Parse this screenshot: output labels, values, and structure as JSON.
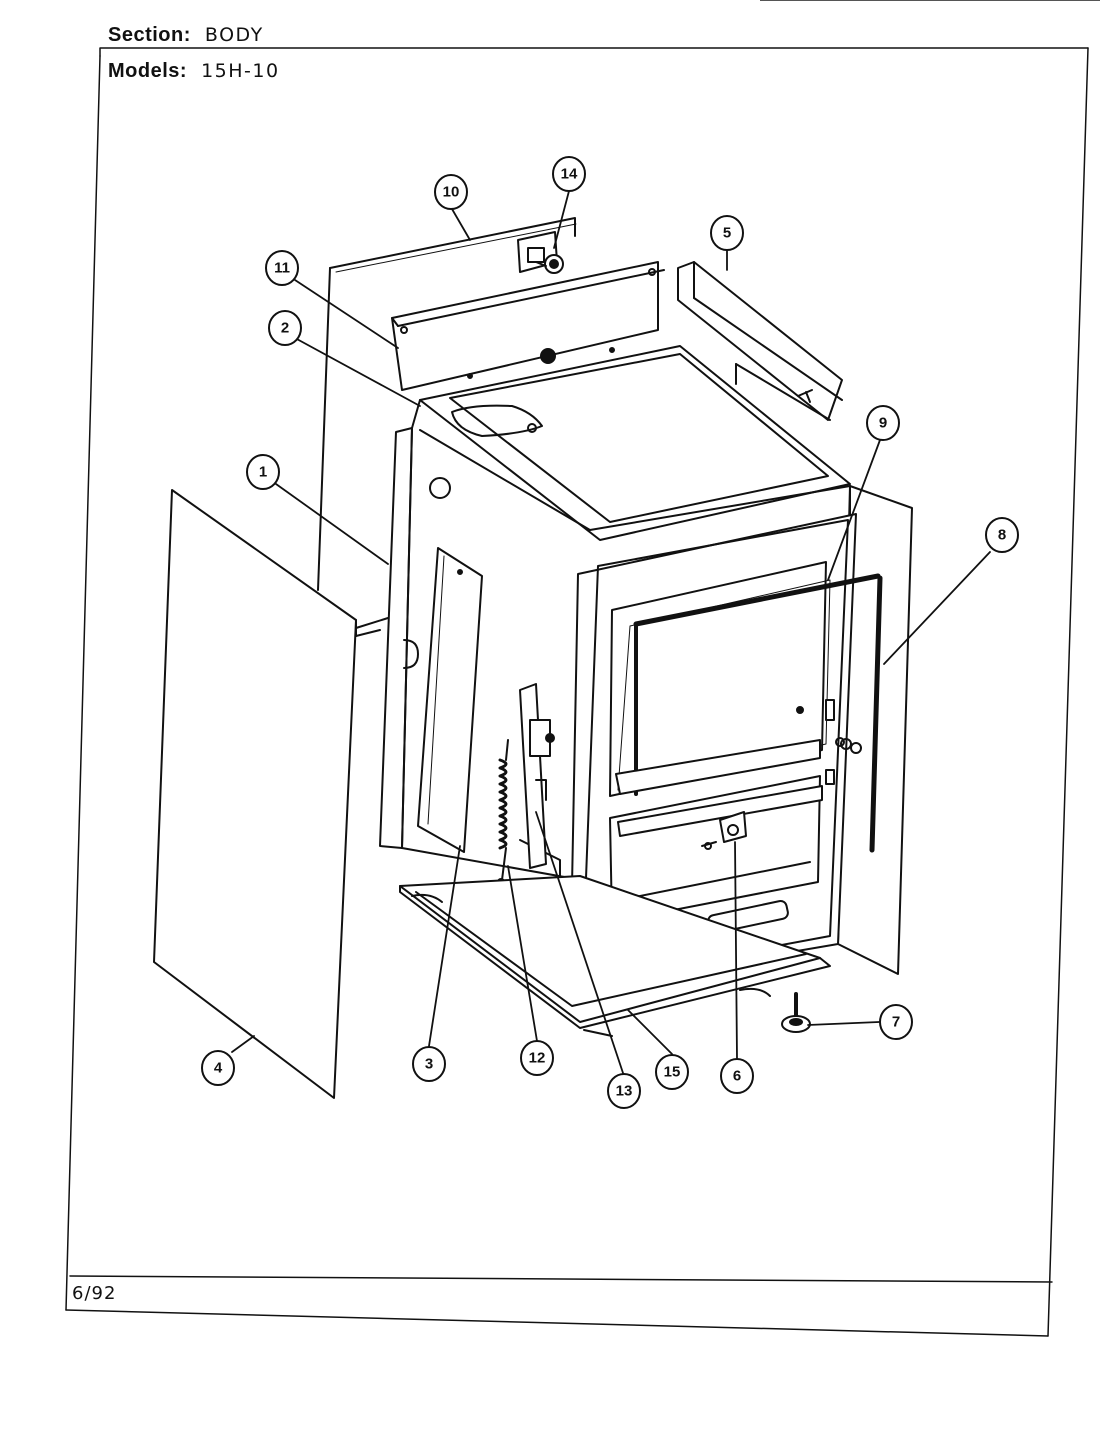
{
  "header": {
    "section_label": "Section:",
    "section_value": "BODY",
    "models_label": "Models:",
    "models_value": "15H-10"
  },
  "footer": {
    "date_code": "6/92"
  },
  "callouts": [
    {
      "id": "c1",
      "label": "1"
    },
    {
      "id": "c2",
      "label": "2"
    },
    {
      "id": "c3",
      "label": "3"
    },
    {
      "id": "c4",
      "label": "4"
    },
    {
      "id": "c5",
      "label": "5"
    },
    {
      "id": "c6",
      "label": "6"
    },
    {
      "id": "c7",
      "label": "7"
    },
    {
      "id": "c8",
      "label": "8"
    },
    {
      "id": "c9",
      "label": "9"
    },
    {
      "id": "c10",
      "label": "10"
    },
    {
      "id": "c11",
      "label": "11"
    },
    {
      "id": "c12",
      "label": "12"
    },
    {
      "id": "c13",
      "label": "13"
    },
    {
      "id": "c14",
      "label": "14"
    },
    {
      "id": "c15",
      "label": "15"
    }
  ]
}
